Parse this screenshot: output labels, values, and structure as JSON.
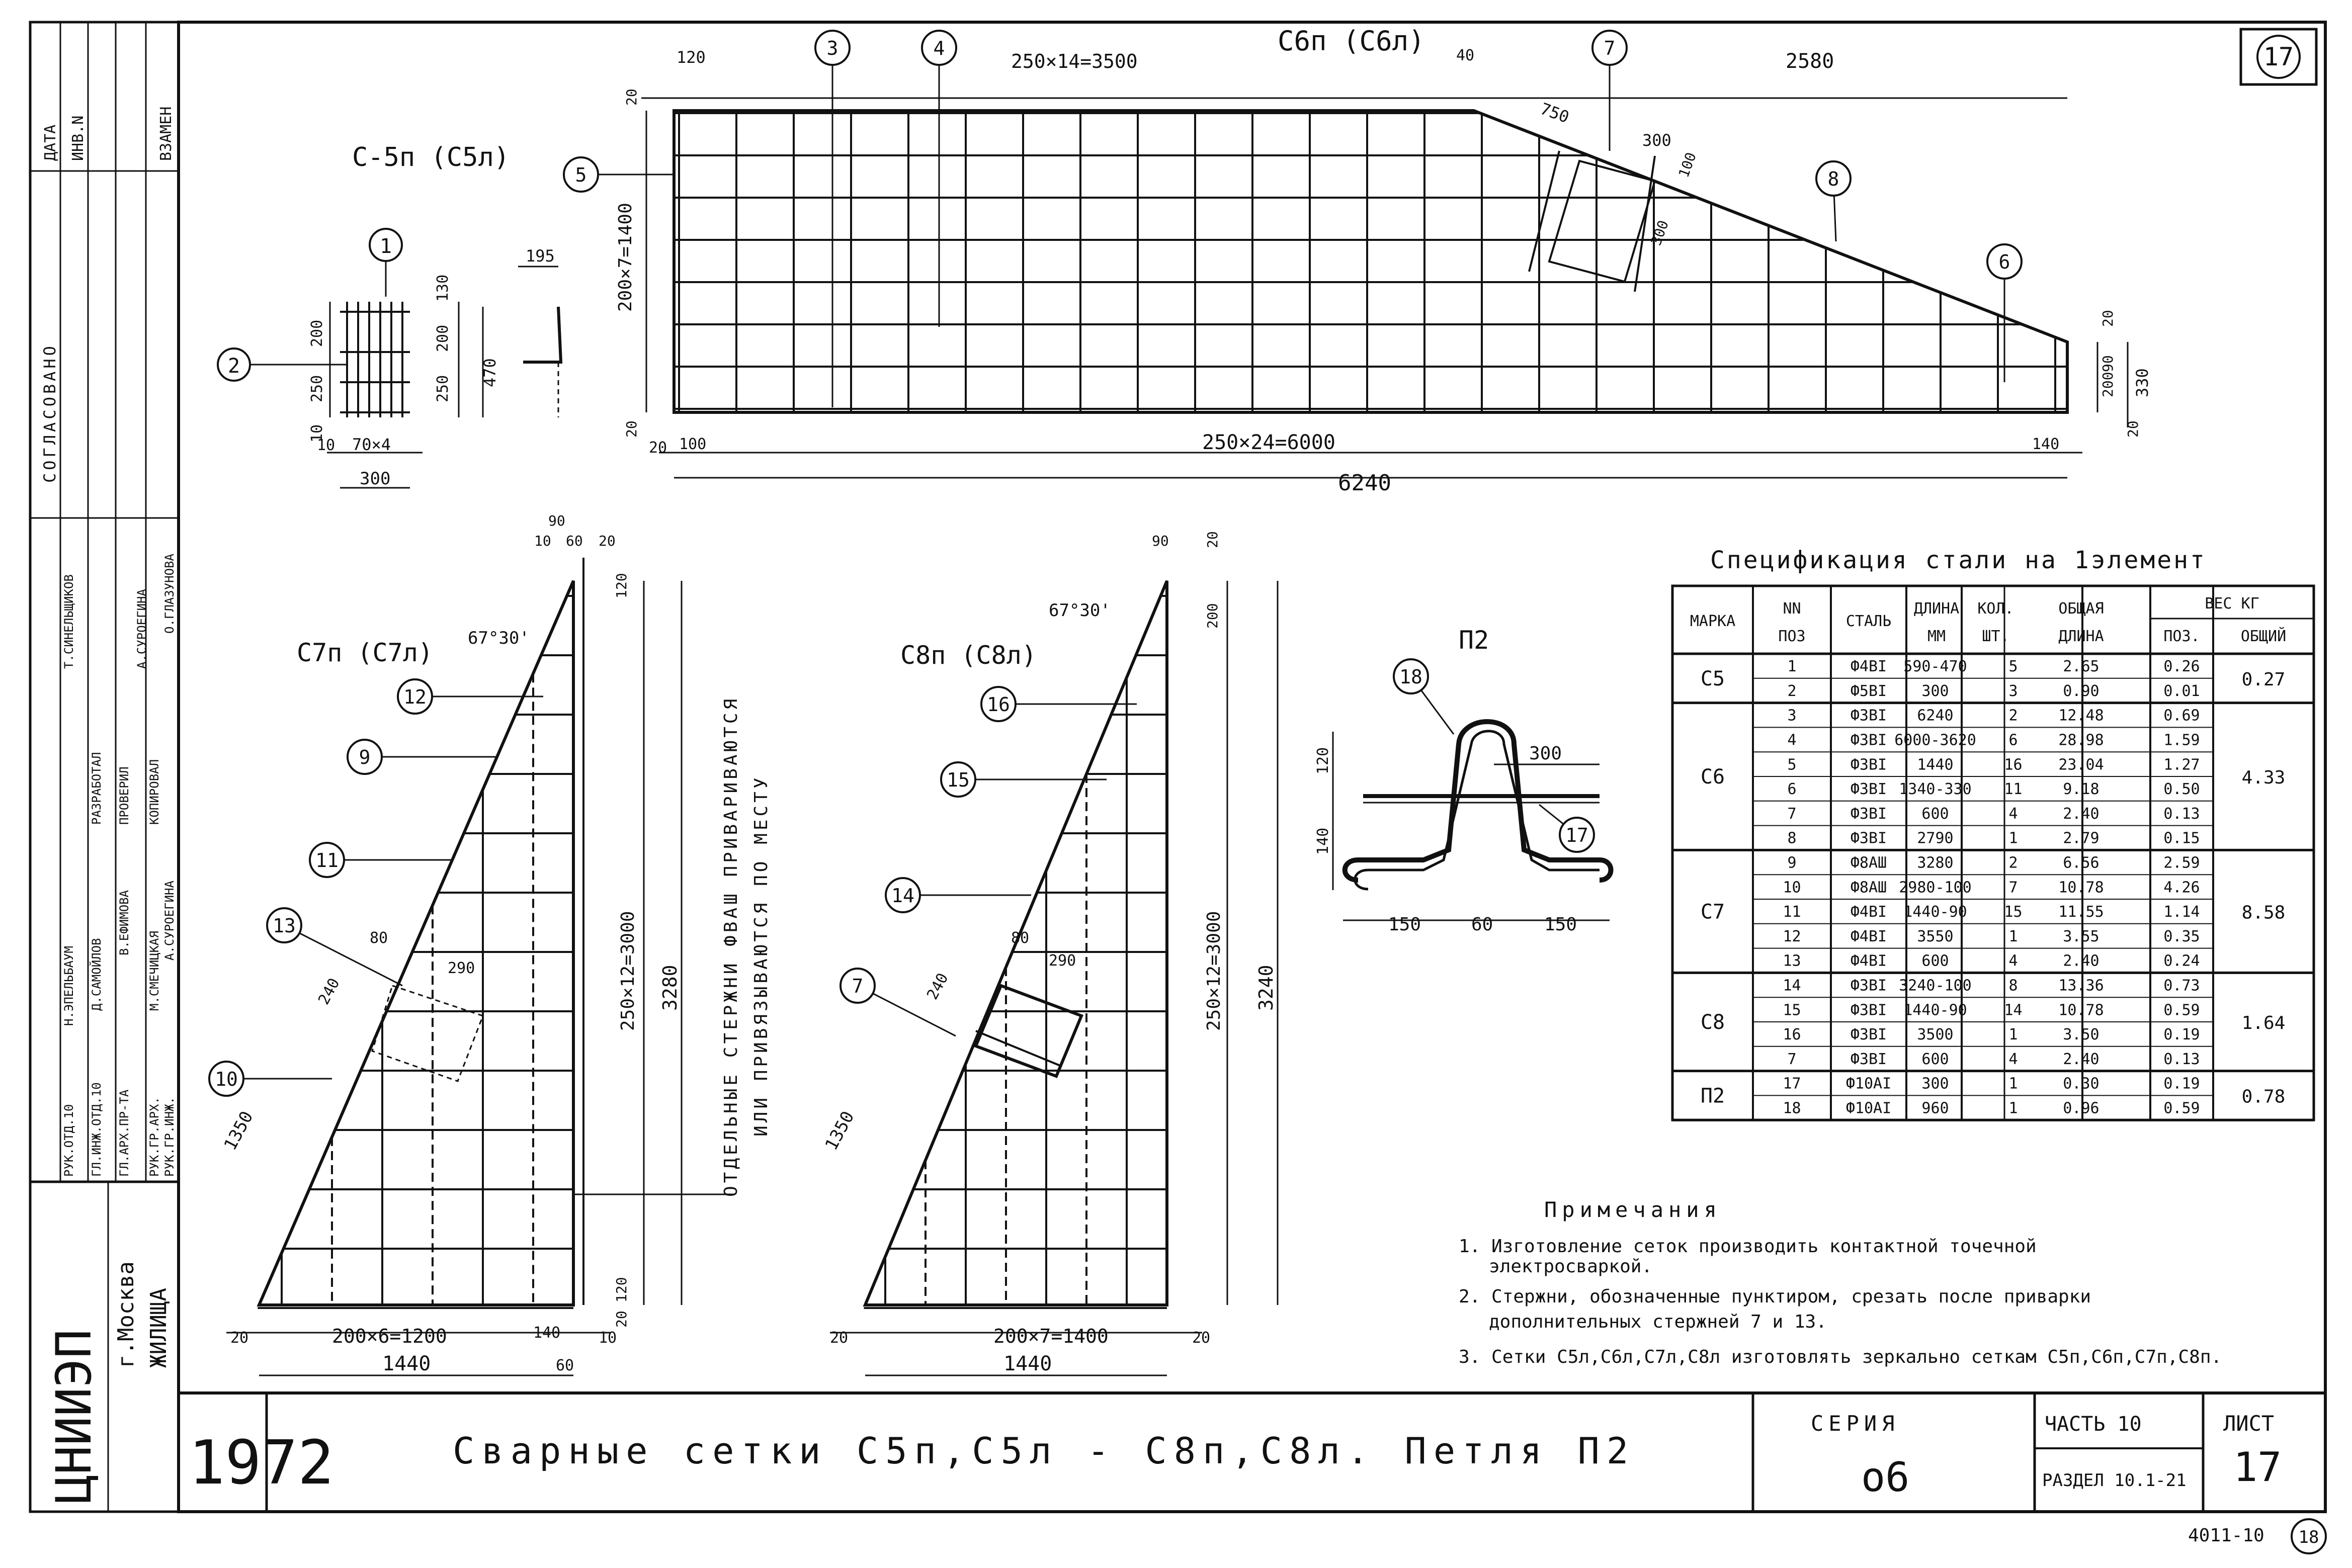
{
  "sheet_number_badge": "17",
  "bottom_right_code": "4011-10",
  "bottom_right_circle": "18",
  "c5": {
    "title": "С-5п (С5л)",
    "callout_1": "1",
    "callout_2": "2",
    "dims": {
      "d195": "195",
      "d130": "130",
      "d200": "200",
      "d250": "250",
      "d10a": "10",
      "d10b": "10",
      "d70x4": "70×4",
      "d300": "300",
      "d200b": "200",
      "d250b": "250",
      "d470": "470"
    }
  },
  "c6": {
    "title": "С6п (С6л)",
    "callouts": [
      "3",
      "4",
      "5",
      "6",
      "7",
      "8"
    ],
    "dims": {
      "d120": "120",
      "top": "250×14=3500",
      "d40": "40",
      "d2580": "2580",
      "d750": "750",
      "d300": "300",
      "d100": "100",
      "d300b": "300",
      "left": "200×7=1400",
      "d20a": "20",
      "d20b": "20",
      "d100b": "100",
      "bottom": "250×24=6000",
      "d140": "140",
      "d20c": "20",
      "d6240": "6240",
      "r200": "200",
      "r90": "90",
      "r20": "20",
      "r330": "330",
      "r20b": "20"
    }
  },
  "c7": {
    "title": "С7п (С7л)",
    "callouts": [
      "9",
      "10",
      "11",
      "12",
      "13"
    ],
    "dims": {
      "d90": "90",
      "d60": "60",
      "d10": "10",
      "d20": "20",
      "d120": "120",
      "angle": "67°30'",
      "d80": "80",
      "d290": "290",
      "d240": "240",
      "d1350": "1350",
      "vert": "250×12=3000",
      "d3280": "3280",
      "d120b": "120",
      "d20b": "20",
      "bottom": "200×6=1200",
      "d140": "140",
      "d20c": "20",
      "d1440": "1440",
      "d60b": "60",
      "d10b": "10"
    }
  },
  "vertical_note": [
    "ОТДЕЛЬНЫЕ СТЕРЖНИ ФВАШ ПРИВАРИВАЮТСЯ",
    "ИЛИ ПРИВЯЗЫВАЮТСЯ ПО МЕСТУ"
  ],
  "c8": {
    "title": "С8п (С8л)",
    "callouts": [
      "7",
      "14",
      "15",
      "16"
    ],
    "dims": {
      "d90": "90",
      "d20": "20",
      "d200": "200",
      "angle": "67°30'",
      "d80": "80",
      "d290": "290",
      "d240": "240",
      "d1350": "1350",
      "vert": "250×12=3000",
      "d3240": "3240",
      "bottom": "200×7=1400",
      "d20a": "20",
      "d20b": "20",
      "d1440": "1440"
    }
  },
  "p2": {
    "title": "П2",
    "callouts": [
      "18",
      "17"
    ],
    "dims": {
      "d120": "120",
      "d140": "140",
      "d300": "300",
      "d150a": "150",
      "d60": "60",
      "d150b": "150"
    }
  },
  "spec": {
    "title": "Спецификация стали на 1элемент",
    "headers": {
      "marka": "МАРКА",
      "nn": "NN",
      "poz": "ПОЗ",
      "stal": "СТАЛЬ",
      "dlina": "ДЛИНА",
      "mm": "ММ",
      "kol": "КОЛ.",
      "sht": "ШТ.",
      "obsh": "ОБЩАЯ",
      "dlina2": "ДЛИНА",
      "ves": "ВЕС КГ",
      "poz2": "ПОЗ.",
      "obshiy": "ОБЩИЙ"
    },
    "groups": [
      {
        "mark": "С5",
        "total": "0.27",
        "rows": [
          {
            "poz": "1",
            "steel": "Ф4ВI",
            "len": "590-470",
            "qty": "5",
            "tot": "2.65",
            "w": "0.26"
          },
          {
            "poz": "2",
            "steel": "Ф5ВI",
            "len": "300",
            "qty": "3",
            "tot": "0.90",
            "w": "0.01"
          }
        ]
      },
      {
        "mark": "С6",
        "total": "4.33",
        "rows": [
          {
            "poz": "3",
            "steel": "Ф3ВI",
            "len": "6240",
            "qty": "2",
            "tot": "12.48",
            "w": "0.69"
          },
          {
            "poz": "4",
            "steel": "Ф3ВI",
            "len": "6000-3620",
            "qty": "6",
            "tot": "28.98",
            "w": "1.59"
          },
          {
            "poz": "5",
            "steel": "Ф3ВI",
            "len": "1440",
            "qty": "16",
            "tot": "23.04",
            "w": "1.27"
          },
          {
            "poz": "6",
            "steel": "Ф3ВI",
            "len": "1340-330",
            "qty": "11",
            "tot": "9.18",
            "w": "0.50"
          },
          {
            "poz": "7",
            "steel": "Ф3ВI",
            "len": "600",
            "qty": "4",
            "tot": "2.40",
            "w": "0.13"
          },
          {
            "poz": "8",
            "steel": "Ф3ВI",
            "len": "2790",
            "qty": "1",
            "tot": "2.79",
            "w": "0.15"
          }
        ]
      },
      {
        "mark": "С7",
        "total": "8.58",
        "rows": [
          {
            "poz": "9",
            "steel": "Ф8АШ",
            "len": "3280",
            "qty": "2",
            "tot": "6.56",
            "w": "2.59"
          },
          {
            "poz": "10",
            "steel": "Ф8АШ",
            "len": "2980-100",
            "qty": "7",
            "tot": "10.78",
            "w": "4.26"
          },
          {
            "poz": "11",
            "steel": "Ф4ВI",
            "len": "1440-90",
            "qty": "15",
            "tot": "11.55",
            "w": "1.14"
          },
          {
            "poz": "12",
            "steel": "Ф4ВI",
            "len": "3550",
            "qty": "1",
            "tot": "3.55",
            "w": "0.35"
          },
          {
            "poz": "13",
            "steel": "Ф4ВI",
            "len": "600",
            "qty": "4",
            "tot": "2.40",
            "w": "0.24"
          }
        ]
      },
      {
        "mark": "С8",
        "total": "1.64",
        "rows": [
          {
            "poz": "14",
            "steel": "Ф3ВI",
            "len": "3240-100",
            "qty": "8",
            "tot": "13.36",
            "w": "0.73"
          },
          {
            "poz": "15",
            "steel": "Ф3ВI",
            "len": "1440-90",
            "qty": "14",
            "tot": "10.78",
            "w": "0.59"
          },
          {
            "poz": "16",
            "steel": "Ф3ВI",
            "len": "3500",
            "qty": "1",
            "tot": "3.50",
            "w": "0.19"
          },
          {
            "poz": "7",
            "steel": "Ф3ВI",
            "len": "600",
            "qty": "4",
            "tot": "2.40",
            "w": "0.13"
          }
        ]
      },
      {
        "mark": "П2",
        "total": "0.78",
        "rows": [
          {
            "poz": "17",
            "steel": "Ф10АI",
            "len": "300",
            "qty": "1",
            "tot": "0.30",
            "w": "0.19"
          },
          {
            "poz": "18",
            "steel": "Ф10АI",
            "len": "960",
            "qty": "1",
            "tot": "0.96",
            "w": "0.59"
          }
        ]
      }
    ]
  },
  "notes": {
    "title": "Примечания",
    "lines": [
      "1. Изготовление сеток производить контактной точечной",
      "электросваркой.",
      "2. Стержни, обозначенные пунктиром, срезать после приварки",
      "дополнительных стержней 7 и 13.",
      "3. Сетки С5л,С6л,С7л,С8л изготовлять зеркально сеткам С5п,С6п,С7п,С8п."
    ]
  },
  "left_strip": {
    "date": "ДАТА",
    "inv": "ИНВ.N",
    "vzamen": "ВЗАМЕН",
    "agreed": "СОГЛАСОВАНО",
    "rows": [
      {
        "role": "РАЗРАБОТАЛ",
        "name": "Т.СИНЕЛЬЩИКОВ"
      },
      {
        "role": "ПРОВЕРИЛ",
        "name": "А.СУРОЕГИНА"
      },
      {
        "role": "КОПИРОВАЛ",
        "name": "О.ГЛАЗУНОВА"
      }
    ],
    "rows2": [
      {
        "role": "РУК.ОТД.10",
        "name": "Н.ЭПЕЛЬБАУМ"
      },
      {
        "role": "ГЛ.ИНЖ.ОТД.10",
        "name": "Д.САМОЙЛОВ"
      },
      {
        "role": "ГЛ.АРХ.ПР-ТА",
        "name": "В.ЕФИМОВА"
      },
      {
        "role": "РУК.ГР.АРХ.",
        "name": "М.СМЕЧИЦКАЯ"
      },
      {
        "role": "РУК.ГР.ИНЖ.",
        "name": "А.СУРОЕГИНА"
      }
    ],
    "org": "ЦНИИЭП",
    "org2": "ЖИЛИЩА",
    "city": "г.Москва"
  },
  "title_block": {
    "year": "1972",
    "title": "Сварные сетки С5п,С5л - С8п,С8л. Петля П2",
    "series_label": "СЕРИЯ",
    "series_value": "о6",
    "part": "ЧАСТЬ 10",
    "section": "РАЗДЕЛ 10.1-21",
    "sheet_label": "ЛИСТ",
    "sheet_value": "17"
  }
}
